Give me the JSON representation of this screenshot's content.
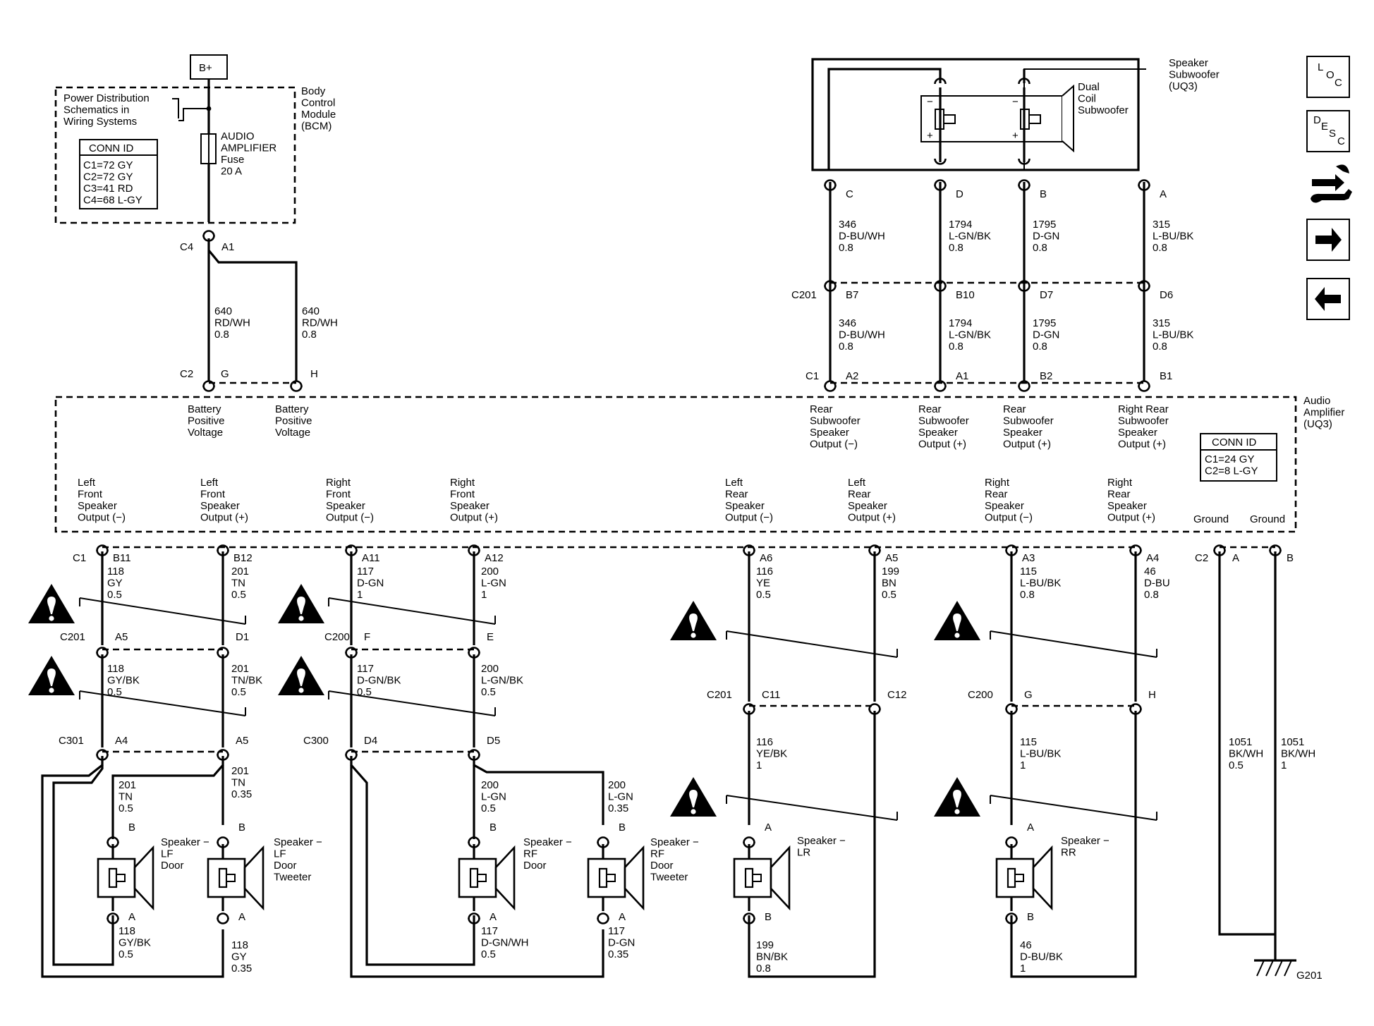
{
  "title_bplus": "B+",
  "bcm": {
    "psd_note": [
      "Power Distribution",
      "Schematics in",
      "Wiring Systems"
    ],
    "name": [
      "Body",
      "Control",
      "Module",
      "(BCM)"
    ],
    "conn_title": "CONN ID",
    "conns": [
      "C1=72 GY",
      "C2=72 GY",
      "C3=41 RD",
      "C4=68 L-GY"
    ],
    "fuse": [
      "AUDIO",
      "AMPLIFIER",
      "Fuse",
      "20 A"
    ],
    "c4": "C4",
    "a1": "A1"
  },
  "battery_wires": [
    {
      "circuit": "640",
      "color": "RD/WH",
      "gauge": "0.8"
    },
    {
      "circuit": "640",
      "color": "RD/WH",
      "gauge": "0.8"
    }
  ],
  "amp_top_conn": {
    "conn": "C2",
    "pins": [
      "G",
      "H"
    ]
  },
  "battery_labels": [
    [
      "Battery",
      "Positive",
      "Voltage"
    ],
    [
      "Battery",
      "Positive",
      "Voltage"
    ]
  ],
  "subwoofer": {
    "name": [
      "Speaker",
      "Subwoofer",
      "(UQ3)"
    ],
    "dual": [
      "Dual",
      "Coil",
      "Subwoofer"
    ],
    "pins": [
      "C",
      "D",
      "B",
      "A"
    ]
  },
  "sub_wires_upper": [
    {
      "circuit": "346",
      "color": "D-BU/WH",
      "gauge": "0.8"
    },
    {
      "circuit": "1794",
      "color": "L-GN/BK",
      "gauge": "0.8"
    },
    {
      "circuit": "1795",
      "color": "D-GN",
      "gauge": "0.8"
    },
    {
      "circuit": "315",
      "color": "L-BU/BK",
      "gauge": "0.8"
    }
  ],
  "c201_top": {
    "conn": "C201",
    "pins": [
      "B7",
      "B10",
      "D7",
      "D6"
    ]
  },
  "sub_wires_lower": [
    {
      "circuit": "346",
      "color": "D-BU/WH",
      "gauge": "0.8"
    },
    {
      "circuit": "1794",
      "color": "L-GN/BK",
      "gauge": "0.8"
    },
    {
      "circuit": "1795",
      "color": "D-GN",
      "gauge": "0.8"
    },
    {
      "circuit": "315",
      "color": "L-BU/BK",
      "gauge": "0.8"
    }
  ],
  "amp_c1_top": {
    "conn": "C1",
    "pins": [
      "A2",
      "A1",
      "B2",
      "B1"
    ]
  },
  "sub_outputs": [
    [
      "Rear",
      "Subwoofer",
      "Speaker",
      "Output (−)"
    ],
    [
      "Rear",
      "Subwoofer",
      "Speaker",
      "Output (+)"
    ],
    [
      "Rear",
      "Subwoofer",
      "Speaker",
      "Output (+)"
    ],
    [
      "Right Rear",
      "Subwoofer",
      "Speaker",
      "Output (+)"
    ]
  ],
  "amplifier": {
    "name": [
      "Audio",
      "Amplifier",
      "(UQ3)"
    ],
    "conn_title": "CONN ID",
    "conns": [
      "C1=24 GY",
      "C2=8 L-GY"
    ]
  },
  "bottom_outputs": [
    [
      "Left",
      "Front",
      "Speaker",
      "Output (−)"
    ],
    [
      "Left",
      "Front",
      "Speaker",
      "Output (+)"
    ],
    [
      "Right",
      "Front",
      "Speaker",
      "Output (−)"
    ],
    [
      "Right",
      "Front",
      "Speaker",
      "Output (+)"
    ],
    [
      "Left",
      "Rear",
      "Speaker",
      "Output (−)"
    ],
    [
      "Left",
      "Rear",
      "Speaker",
      "Output (+)"
    ],
    [
      "Right",
      "Rear",
      "Speaker",
      "Output (−)"
    ],
    [
      "Right",
      "Rear",
      "Speaker",
      "Output (+)"
    ]
  ],
  "grounds": [
    "Ground",
    "Ground"
  ],
  "amp_bottom": {
    "c1": "C1",
    "c2": "C2",
    "pins": [
      "B11",
      "B12",
      "A11",
      "A12",
      "A6",
      "A5",
      "A3",
      "A4"
    ],
    "ground_pins": [
      "A",
      "B"
    ]
  },
  "front_wires_1": [
    {
      "circuit": "118",
      "color": "GY",
      "gauge": "0.5"
    },
    {
      "circuit": "201",
      "color": "TN",
      "gauge": "0.5"
    },
    {
      "circuit": "117",
      "color": "D-GN",
      "gauge": "1"
    },
    {
      "circuit": "200",
      "color": "L-GN",
      "gauge": "1"
    }
  ],
  "rear_wires_1": [
    {
      "circuit": "116",
      "color": "YE",
      "gauge": "0.5"
    },
    {
      "circuit": "199",
      "color": "BN",
      "gauge": "0.5"
    },
    {
      "circuit": "115",
      "color": "L-BU/BK",
      "gauge": "0.8"
    },
    {
      "circuit": "46",
      "color": "D-BU",
      "gauge": "0.8"
    }
  ],
  "mid_conns": [
    {
      "conn": "C201",
      "pins": [
        "A5",
        "D1"
      ]
    },
    {
      "conn": "C200",
      "pins": [
        "F",
        "E"
      ]
    }
  ],
  "front_wires_2": [
    {
      "circuit": "118",
      "color": "GY/BK",
      "gauge": "0.5"
    },
    {
      "circuit": "201",
      "color": "TN/BK",
      "gauge": "0.5"
    },
    {
      "circuit": "117",
      "color": "D-GN/BK",
      "gauge": "0.5"
    },
    {
      "circuit": "200",
      "color": "L-GN/BK",
      "gauge": "0.5"
    }
  ],
  "rear_conns": [
    {
      "conn": "C201",
      "pins": [
        "C11",
        "C12"
      ]
    },
    {
      "conn": "C200",
      "pins": [
        "G",
        "H"
      ]
    }
  ],
  "door_conns": [
    {
      "conn": "C301",
      "pins": [
        "A4",
        "A5"
      ]
    },
    {
      "conn": "C300",
      "pins": [
        "D4",
        "D5"
      ]
    }
  ],
  "rear_wires_2": [
    {
      "circuit": "116",
      "color": "YE/BK",
      "gauge": "1"
    },
    {
      "circuit": "115",
      "color": "L-BU/BK",
      "gauge": "1"
    }
  ],
  "ground_wires": [
    {
      "circuit": "1051",
      "color": "BK/WH",
      "gauge": "0.5"
    },
    {
      "circuit": "1051",
      "color": "BK/WH",
      "gauge": "1"
    }
  ],
  "speaker_top_wires": [
    {
      "circuit": "201",
      "color": "TN",
      "gauge": "0.5"
    },
    {
      "circuit": "201",
      "color": "TN",
      "gauge": "0.35"
    },
    {
      "circuit": "200",
      "color": "L-GN",
      "gauge": "0.5"
    },
    {
      "circuit": "200",
      "color": "L-GN",
      "gauge": "0.35"
    }
  ],
  "speakers": [
    {
      "lines": [
        "Speaker −",
        "LF",
        "Door"
      ],
      "top": "B",
      "bottom": "A"
    },
    {
      "lines": [
        "Speaker −",
        "LF",
        "Door",
        "Tweeter"
      ],
      "top": "B",
      "bottom": "A"
    },
    {
      "lines": [
        "Speaker −",
        "RF",
        "Door"
      ],
      "top": "B",
      "bottom": "A"
    },
    {
      "lines": [
        "Speaker −",
        "RF",
        "Door",
        "Tweeter"
      ],
      "top": "B",
      "bottom": "A"
    },
    {
      "lines": [
        "Speaker −",
        "LR"
      ],
      "top": "A",
      "bottom": "B"
    },
    {
      "lines": [
        "Speaker −",
        "RR"
      ],
      "top": "A",
      "bottom": "B"
    }
  ],
  "speaker_bottom_wires": [
    {
      "circuit": "118",
      "color": "GY/BK",
      "gauge": "0.5"
    },
    {
      "circuit": "118",
      "color": "GY",
      "gauge": "0.35"
    },
    {
      "circuit": "117",
      "color": "D-GN/WH",
      "gauge": "0.5"
    },
    {
      "circuit": "117",
      "color": "D-GN",
      "gauge": "0.35"
    },
    {
      "circuit": "199",
      "color": "BN/BK",
      "gauge": "0.8"
    },
    {
      "circuit": "46",
      "color": "D-BU/BK",
      "gauge": "1"
    }
  ],
  "ground_point": "G201",
  "nav": {
    "loc": [
      "L",
      "O",
      "C"
    ],
    "desc": [
      "D",
      "E",
      "S",
      "C"
    ],
    "icons": [
      "tools-icon",
      "arrow-right-icon",
      "arrow-left-icon"
    ]
  }
}
